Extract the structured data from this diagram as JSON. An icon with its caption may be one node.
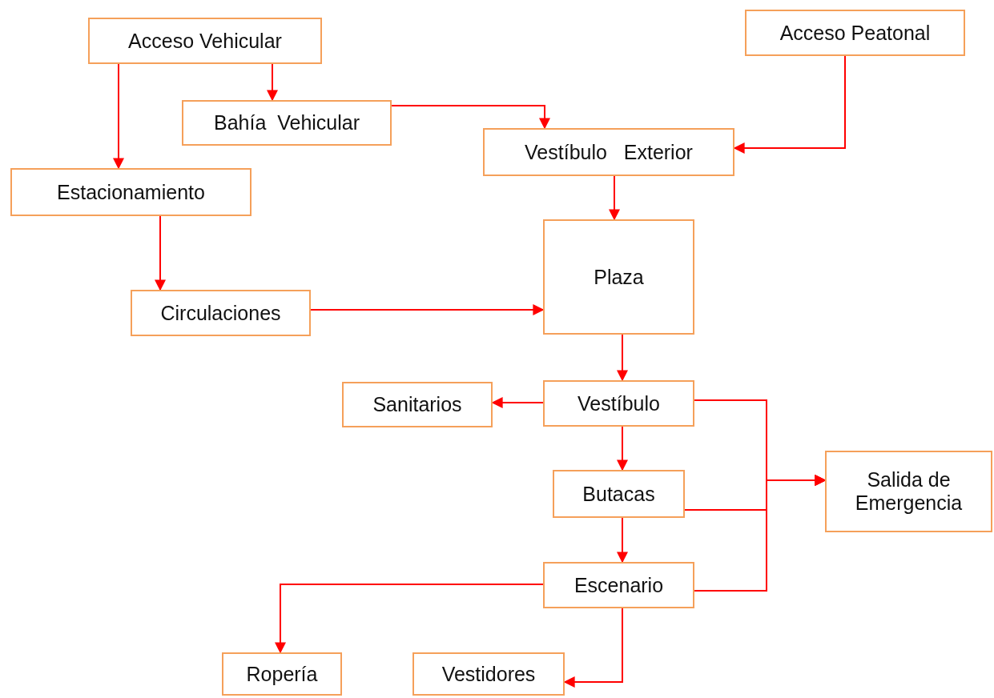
{
  "diagram": {
    "nodes": [
      {
        "text": [
          "Acceso Vehicular"
        ]
      },
      {
        "text": [
          "Acceso Peatonal"
        ]
      },
      {
        "text": [
          "Bahía  Vehicular"
        ]
      },
      {
        "text": [
          "Vestíbulo   Exterior"
        ]
      },
      {
        "text": [
          "Estacionamiento"
        ]
      },
      {
        "text": [
          "Plaza"
        ]
      },
      {
        "text": [
          "Circulaciones"
        ]
      },
      {
        "text": [
          "Sanitarios"
        ]
      },
      {
        "text": [
          "Vestíbulo"
        ]
      },
      {
        "text": [
          "Salida de Emergencia"
        ]
      },
      {
        "text": [
          "Butacas"
        ]
      },
      {
        "text": [
          "Escenario"
        ]
      },
      {
        "text": [
          "Ropería"
        ]
      },
      {
        "text": [
          "Vestidores"
        ]
      }
    ],
    "edges": [
      {
        "from": 0,
        "to": 4,
        "arrow": "to"
      },
      {
        "from": 0,
        "to": 2,
        "arrow": "to"
      },
      {
        "from": 2,
        "to": 3,
        "arrow": "to"
      },
      {
        "from": 1,
        "to": 3,
        "arrow": "to"
      },
      {
        "from": 3,
        "to": 5,
        "arrow": "to"
      },
      {
        "from": 4,
        "to": 6,
        "arrow": "to"
      },
      {
        "from": 6,
        "to": 5,
        "arrow": "to"
      },
      {
        "from": 5,
        "to": 8,
        "arrow": "to"
      },
      {
        "from": 8,
        "to": 7,
        "arrow": "to"
      },
      {
        "from": 8,
        "to": 10,
        "arrow": "to"
      },
      {
        "from": 10,
        "to": 11,
        "arrow": "to"
      },
      {
        "from": 11,
        "to": 12,
        "arrow": "to"
      },
      {
        "from": 11,
        "to": 13,
        "arrow": "to"
      },
      {
        "from": 8,
        "to": 9,
        "arrow": "to"
      },
      {
        "from": 10,
        "to": 9,
        "arrow": "to"
      },
      {
        "from": 11,
        "to": 9,
        "arrow": "to"
      }
    ]
  }
}
